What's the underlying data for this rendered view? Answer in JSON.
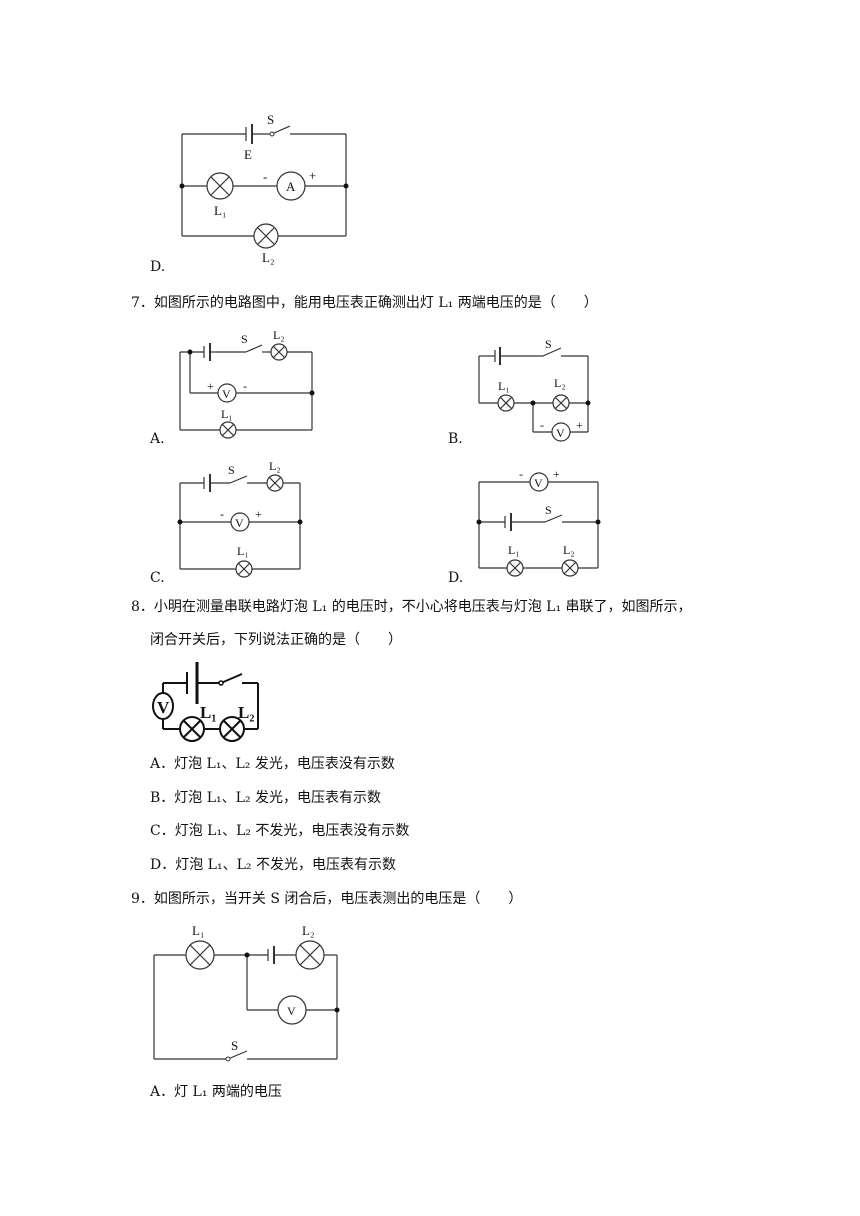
{
  "q6": {
    "option_d_letter": "D."
  },
  "q7": {
    "stem": "7．如图所示的电路图中，能用电压表正确测出灯 L₁ 两端电压的是（　　）",
    "options": [
      "A.",
      "B.",
      "C.",
      "D."
    ]
  },
  "q8": {
    "stem_line1": "8．小明在测量串联电路灯泡 L₁ 的电压时，不小心将电压表与灯泡 L₁ 串联了，如图所示，",
    "stem_line2": "闭合开关后，下列说法正确的是（　　）",
    "options": [
      "A．灯泡 L₁、L₂ 发光，电压表没有示数",
      "B．灯泡 L₁、L₂ 发光，电压表有示数",
      "C．灯泡 L₁、L₂ 不发光，电压表没有示数",
      "D．灯泡 L₁、L₂ 不发光，电压表有示数"
    ]
  },
  "q9": {
    "stem": "9．如图所示，当开关 S 闭合后，电压表测出的电压是（　　）",
    "option_a": "A．灯 L₁ 两端的电压"
  },
  "labels": {
    "S": "S",
    "E": "E",
    "A": "A",
    "V": "V",
    "L1": "L₁",
    "L2": "L₂",
    "plus": "+",
    "minus": "-"
  }
}
